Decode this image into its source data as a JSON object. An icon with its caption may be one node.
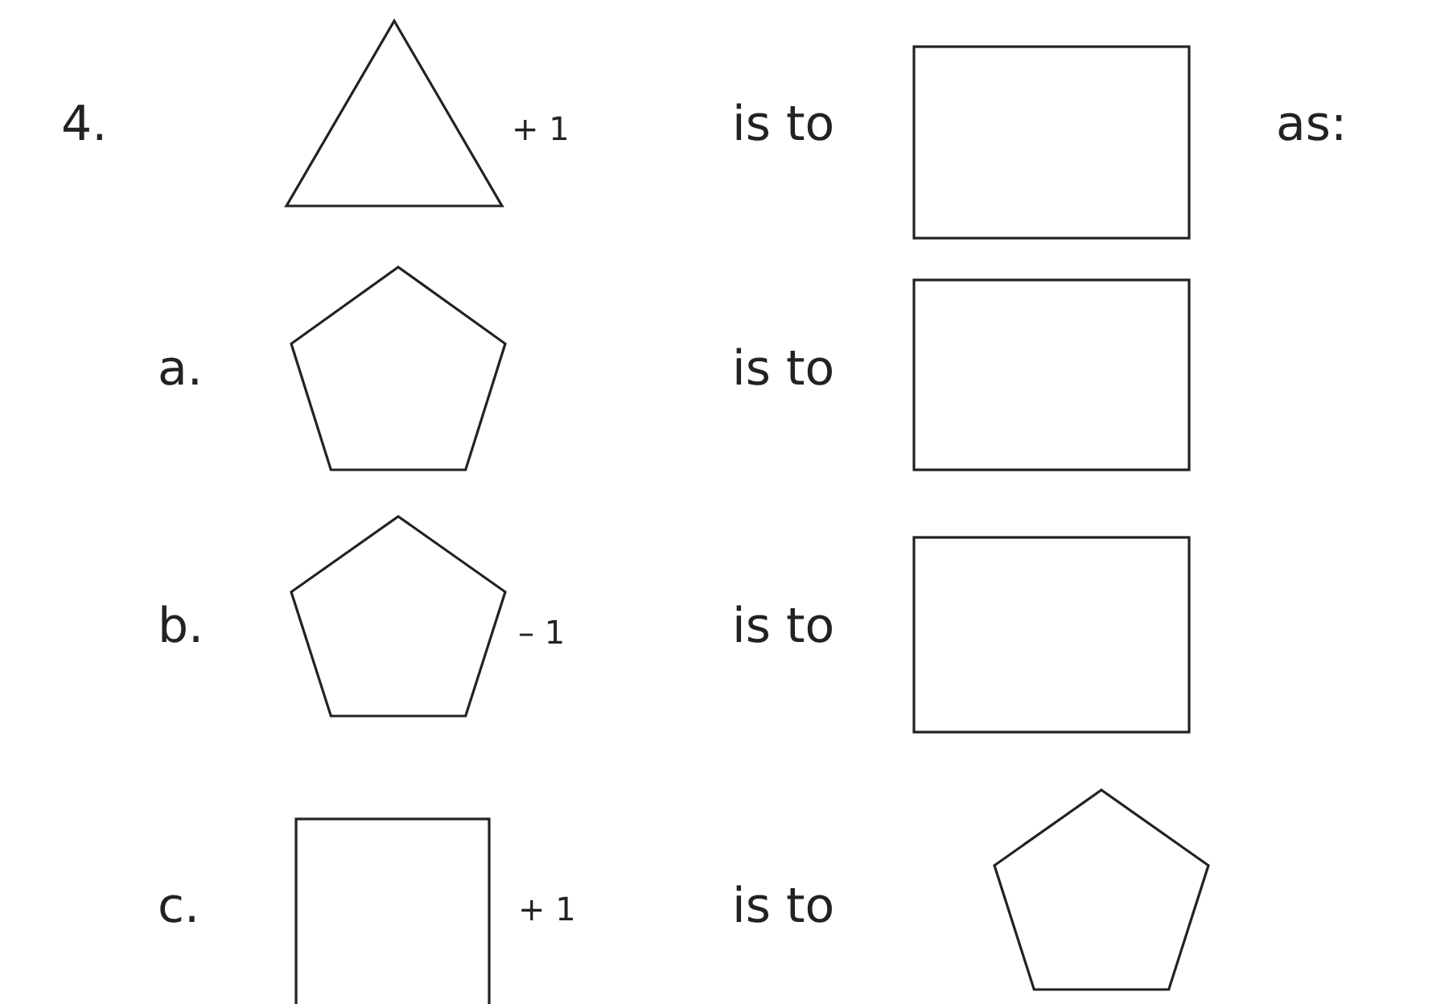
{
  "diagram": {
    "nodes": [
      {
        "text": [],
        "shape": "triangle",
        "beside": [
          "+ 1"
        ]
      },
      {
        "text": [],
        "shape": "box"
      },
      {
        "text": [],
        "shape": "pentagon"
      },
      {
        "text": [],
        "shape": "box"
      },
      {
        "text": [],
        "shape": "pentagon",
        "beside": [
          "– 1"
        ]
      },
      {
        "text": [],
        "shape": "box"
      },
      {
        "text": [],
        "shape": "box",
        "beside": [
          "+ 1"
        ]
      },
      {
        "text": [],
        "shape": "pentagon"
      }
    ],
    "labels": [
      "4.",
      "is to",
      "as:",
      "a.",
      "is to",
      "b.",
      "is to",
      "c.",
      "is to"
    ]
  }
}
